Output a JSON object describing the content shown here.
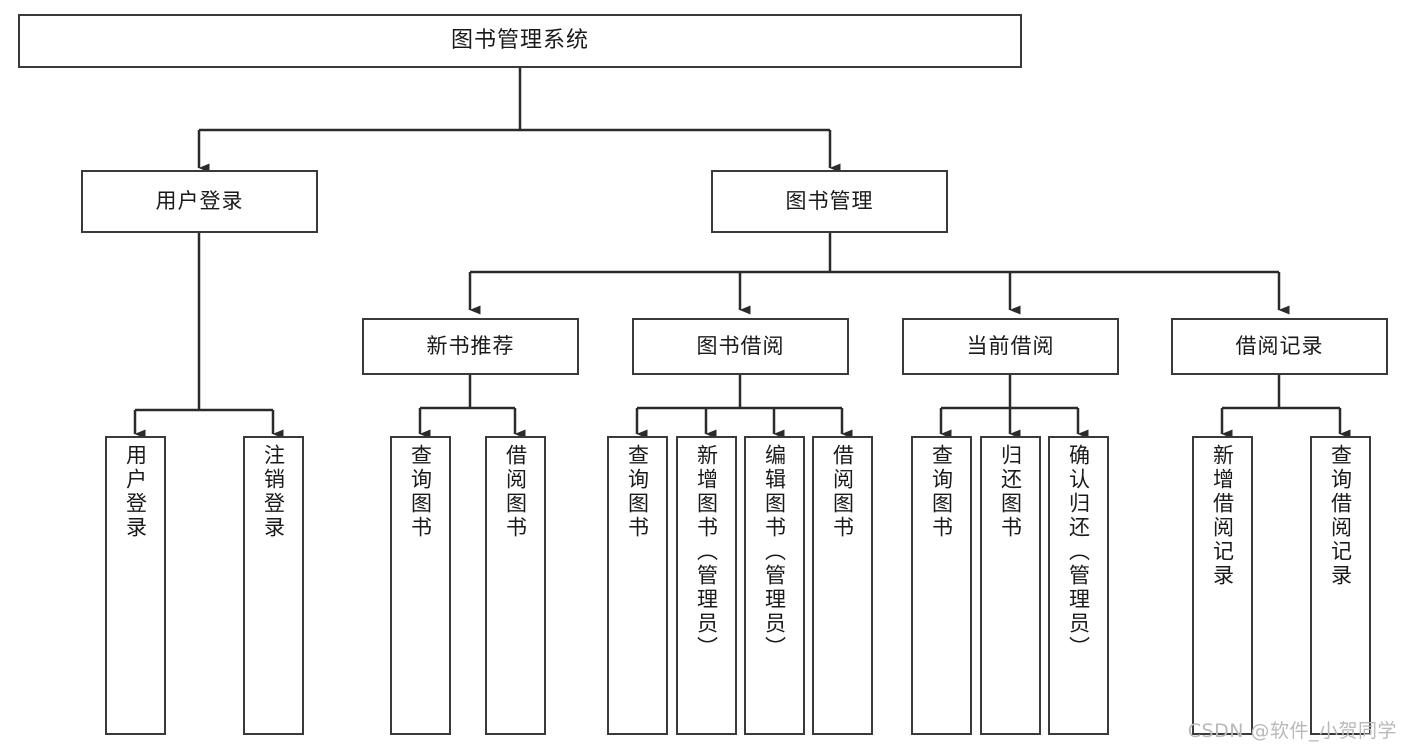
{
  "diagram": {
    "title": "图书管理系统",
    "type": "tree-hierarchy-diagram",
    "colors": {
      "background": "#ffffff",
      "box_border": "#3a3a3a",
      "box_fill": "#ffffff",
      "edge": "#2b2b2b",
      "text": "#1a1a1a",
      "watermark": "#b9b9b9"
    },
    "root": {
      "label": "图书管理系统"
    },
    "level2": [
      {
        "id": "user-login",
        "label": "用户登录"
      },
      {
        "id": "book-management",
        "label": "图书管理"
      }
    ],
    "level3": [
      {
        "id": "new-book-recommend",
        "label": "新书推荐"
      },
      {
        "id": "book-borrow",
        "label": "图书借阅"
      },
      {
        "id": "current-borrow",
        "label": "当前借阅"
      },
      {
        "id": "borrow-record",
        "label": "借阅记录"
      }
    ],
    "leaves": {
      "user_login": [
        {
          "id": "leaf-user-login",
          "label": "用户登录"
        },
        {
          "id": "leaf-logout-login",
          "label": "注销登录"
        }
      ],
      "new_book_recommend": [
        {
          "id": "leaf-query-book-1",
          "label": "查询图书"
        },
        {
          "id": "leaf-borrow-book-1",
          "label": "借阅图书"
        }
      ],
      "book_borrow": [
        {
          "id": "leaf-query-book-2",
          "label": "查询图书"
        },
        {
          "id": "leaf-add-book",
          "label": "新增图书（管理员）"
        },
        {
          "id": "leaf-edit-book",
          "label": "编辑图书（管理员）"
        },
        {
          "id": "leaf-borrow-book-2",
          "label": "借阅图书"
        }
      ],
      "current_borrow": [
        {
          "id": "leaf-query-book-3",
          "label": "查询图书"
        },
        {
          "id": "leaf-return-book",
          "label": "归还图书"
        },
        {
          "id": "leaf-confirm-return",
          "label": "确认归还（管理员）"
        }
      ],
      "borrow_record": [
        {
          "id": "leaf-add-record",
          "label": "新增借阅记录"
        },
        {
          "id": "leaf-query-record",
          "label": "查询借阅记录"
        }
      ]
    },
    "watermark": "CSDN @软件_小贺同学"
  }
}
